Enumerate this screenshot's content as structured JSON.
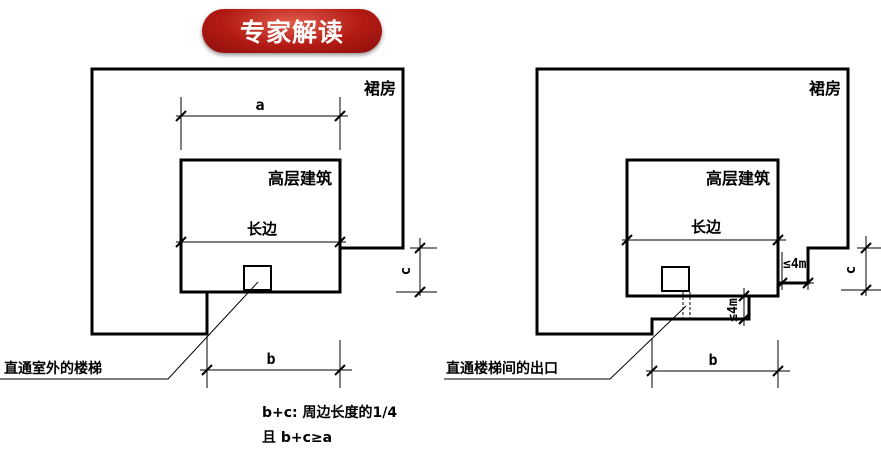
{
  "title": "专家解读",
  "left": {
    "podium": "裙房",
    "tower": "高层建筑",
    "dim_a": "a",
    "long_side": "长边",
    "dim_b": "b",
    "dim_c": "c",
    "stair_label": "直通室外的楼梯"
  },
  "right": {
    "podium": "裙房",
    "tower": "高层建筑",
    "long_side": "长边",
    "dim_b": "b",
    "dim_c": "c",
    "dim_4m_a": "≤4m",
    "dim_4m_b": "≤4m",
    "exit_label": "直通楼梯间的出口"
  },
  "notes": {
    "line1": "b+c: 周边长度的1/4",
    "line2": "且 b+c≥a"
  }
}
